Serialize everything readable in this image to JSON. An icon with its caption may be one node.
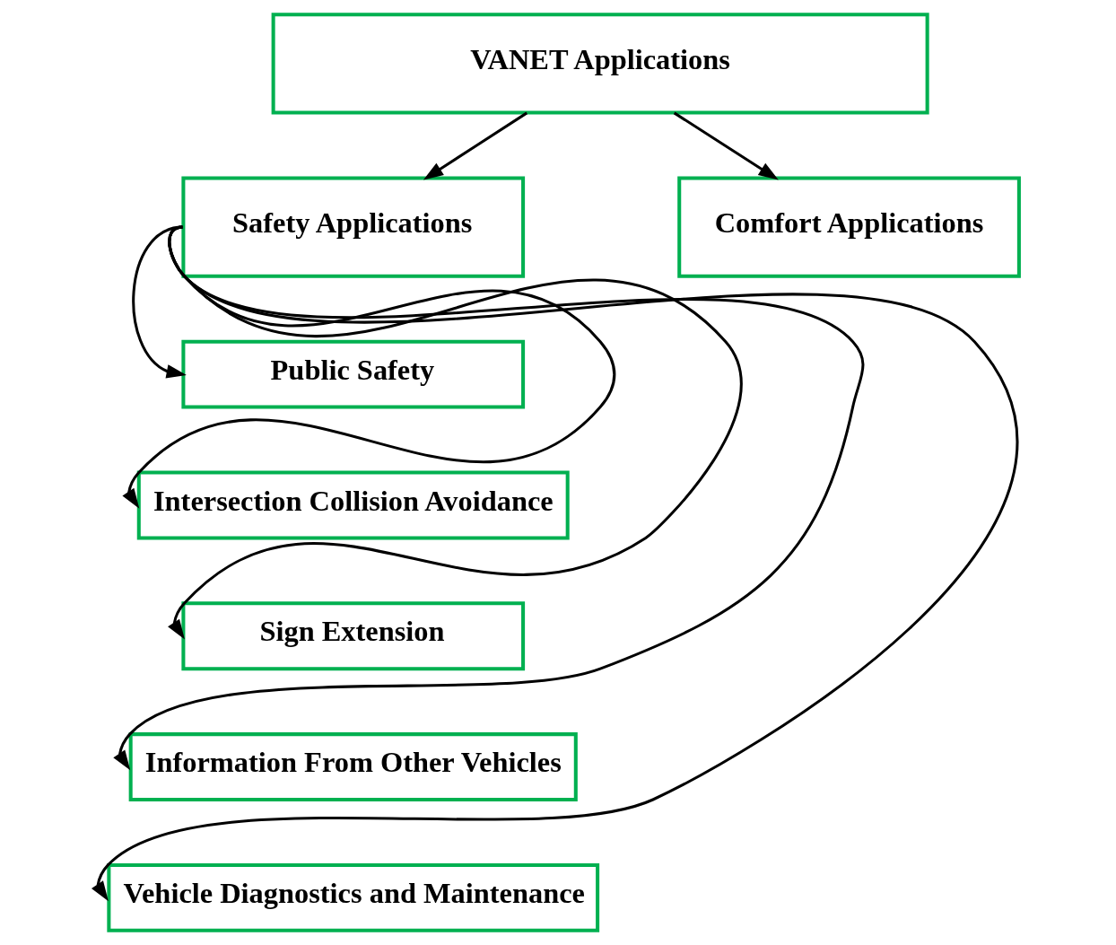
{
  "diagram": {
    "nodes": [
      {
        "text": [
          "VANET Applications"
        ]
      },
      {
        "text": [
          "Safety Applications"
        ]
      },
      {
        "text": [
          "Comfort Applications"
        ]
      },
      {
        "text": [
          "Public Safety"
        ]
      },
      {
        "text": [
          "Intersection Collision Avoidance"
        ]
      },
      {
        "text": [
          "Sign Extension"
        ]
      },
      {
        "text": [
          "Information From Other Vehicles"
        ]
      },
      {
        "text": [
          "Vehicle Diagnostics and Maintenance"
        ]
      }
    ],
    "edges": [
      {
        "from": 0,
        "to": 1,
        "arrow": "to"
      },
      {
        "from": 0,
        "to": 2,
        "arrow": "to"
      },
      {
        "from": 1,
        "to": 3,
        "arrow": "to"
      },
      {
        "from": 1,
        "to": 4,
        "arrow": "to"
      },
      {
        "from": 1,
        "to": 5,
        "arrow": "to"
      },
      {
        "from": 1,
        "to": 6,
        "arrow": "to"
      },
      {
        "from": 1,
        "to": 7,
        "arrow": "to"
      }
    ]
  }
}
